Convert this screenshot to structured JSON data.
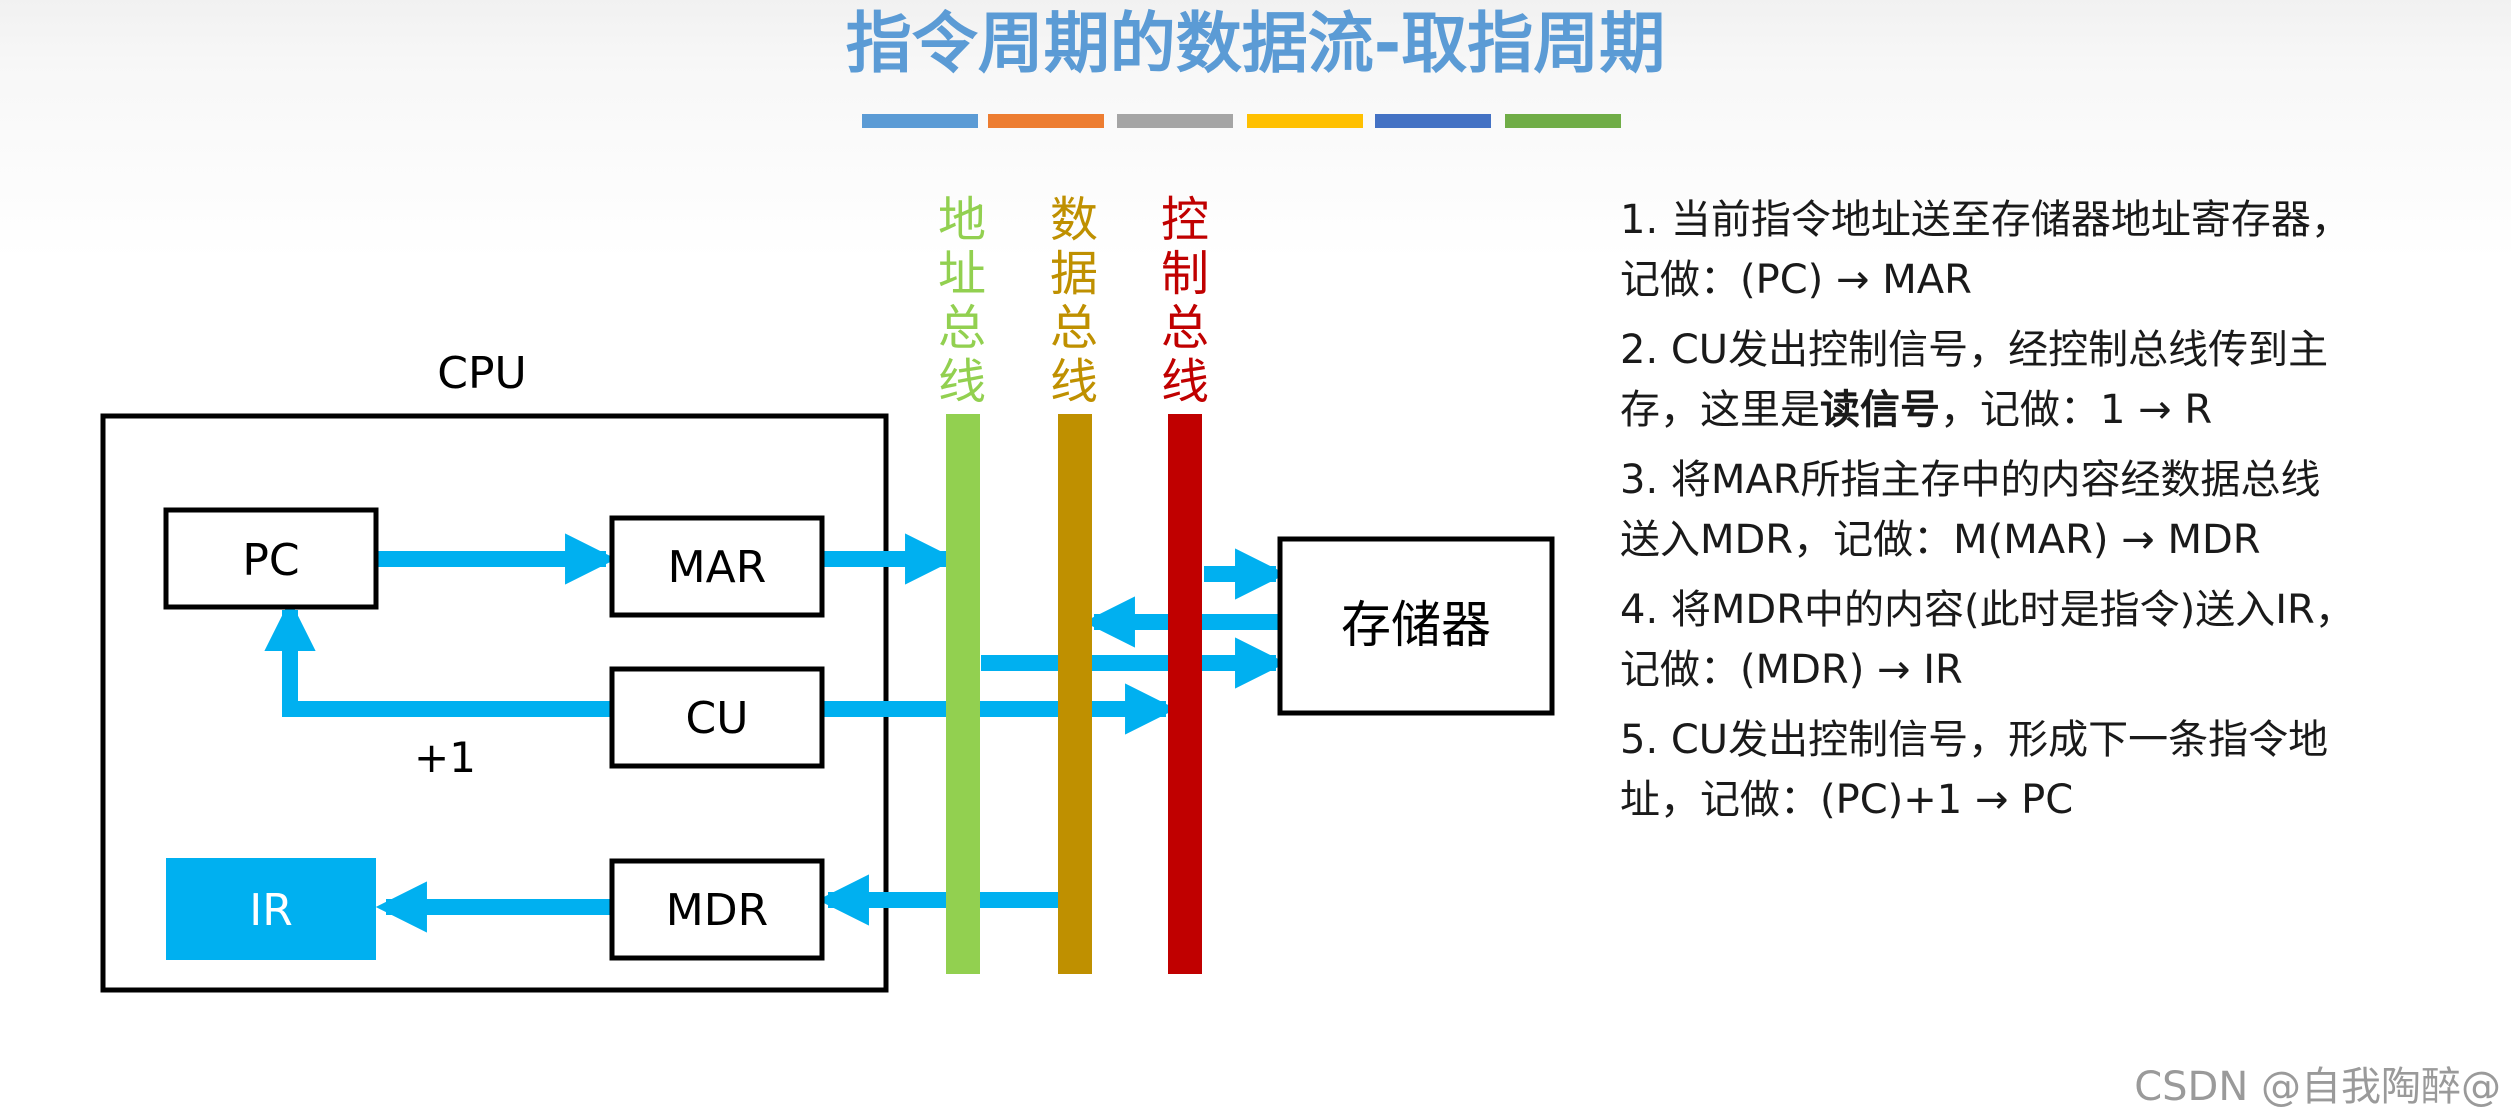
{
  "title": "指令周期的数据流-取指周期",
  "color_bars": [
    "#5b9bd5",
    "#ed7d31",
    "#a5a5a5",
    "#ffc000",
    "#4472c4",
    "#70ad47"
  ],
  "buses": {
    "address": {
      "label": "地址总线",
      "color": "#92d050"
    },
    "data": {
      "label": "数据总线",
      "color": "#bf9000"
    },
    "control": {
      "label": "控制总线",
      "color": "#c00000"
    }
  },
  "cpu_label": "CPU",
  "components": {
    "pc": "PC",
    "mar": "MAR",
    "cu": "CU",
    "ir": "IR",
    "mdr": "MDR",
    "memory": "存储器",
    "increment": "+1"
  },
  "colors": {
    "arrow": "#00b0f0",
    "ir_fill": "#00b0f0"
  },
  "steps": [
    {
      "prefix": "1. 当前指令地址送至存储器地址寄存器，\n记做：(PC) → MAR",
      "bold": "",
      "suffix": ""
    },
    {
      "prefix": "2. CU发出控制信号，经控制总线传到主\n存，这里是",
      "bold": "读信号",
      "suffix": "，记做：1 → R"
    },
    {
      "prefix": "3. 将MAR所指主存中的内容经数据总线\n送入MDR，记做：M(MAR) → MDR",
      "bold": "",
      "suffix": ""
    },
    {
      "prefix": "4. 将MDR中的内容(此时是指令)送入IR，\n记做：(MDR) → IR",
      "bold": "",
      "suffix": ""
    },
    {
      "prefix": "5. CU发出控制信号，形成下一条指令地\n址，记做：(PC)+1 → PC",
      "bold": "",
      "suffix": ""
    }
  ],
  "credit": "CSDN @自我陶醉@"
}
